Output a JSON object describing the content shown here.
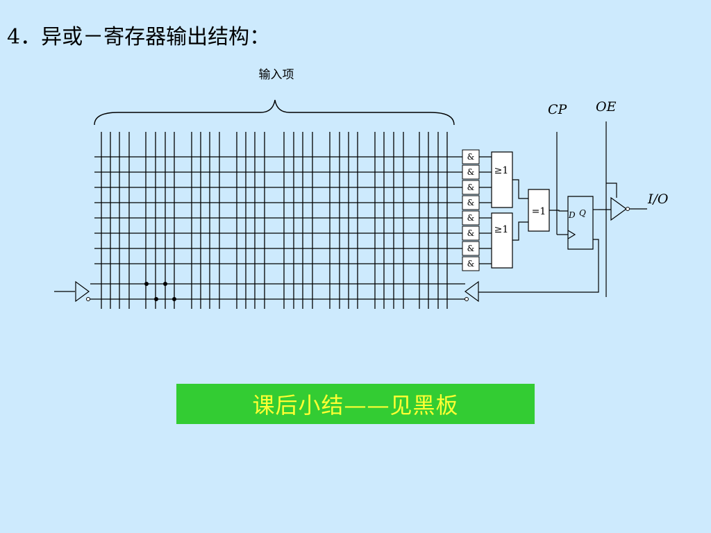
{
  "slide": {
    "title": "4．异或－寄存器输出结构：",
    "summary": "课后小结——见黑板"
  },
  "diagram": {
    "input_terms_label": "输入项",
    "and_gate_label": "&",
    "or_gate_label": "≥1",
    "xor_gate_label": "=1",
    "ff_d_label": "D",
    "ff_q_label": "Q",
    "cp_label": "CP",
    "oe_label": "OE",
    "io_label": "I/O",
    "and_gate_count": 8,
    "colors": {
      "line": "#000000",
      "background": "#cdeafd",
      "banner": "#33cc33",
      "banner_text": "#ffff33"
    }
  }
}
